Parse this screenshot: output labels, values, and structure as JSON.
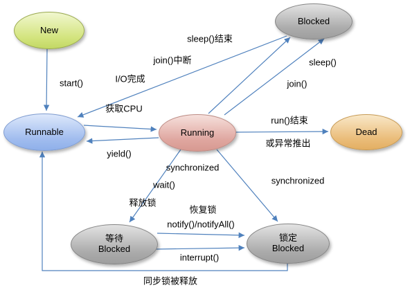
{
  "nodes": {
    "new": "New",
    "blocked": "Blocked",
    "runnable": "Runnable",
    "running": "Running",
    "dead": "Dead",
    "waiting": {
      "line1": "等待",
      "line2": "Blocked"
    },
    "locked": {
      "line1": "锁定",
      "line2": "Blocked"
    }
  },
  "edges": {
    "start": "start()",
    "sleep_end": "sleep()结束",
    "join_interrupt": "join()中断",
    "io_complete": "I/O完成",
    "acquire_cpu": "获取CPU",
    "yield": "yield()",
    "sleep": "sleep()",
    "join": "join()",
    "run_end": "run()结束",
    "or_abnormal_exit": "或异常推出",
    "synchronized_wait": "synchronized",
    "wait": "wait()",
    "release_lock": "释放锁",
    "restore_lock": "恢复锁",
    "notify": "notify()/notifyAll()",
    "synchronized_lock": "synchronized",
    "interrupt": "interrupt()",
    "sync_lock_released": "同步锁被释放"
  },
  "colors": {
    "arrow": "#4f81bd",
    "node_new": "#d3e47e",
    "node_runnable": "#a0bcee",
    "node_running": "#dfa69f",
    "node_dead": "#eabc79",
    "node_blocked": "#ababab",
    "text": "#000000"
  }
}
